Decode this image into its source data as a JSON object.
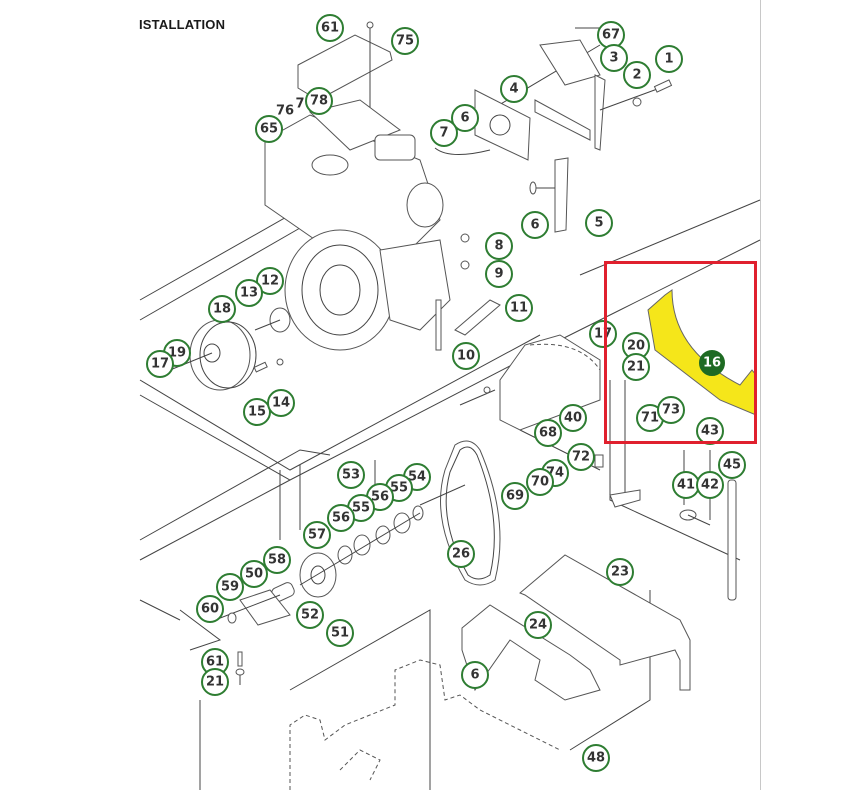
{
  "page": {
    "title": "ISTALLATION"
  },
  "colors": {
    "callout_border": "#2e7d32",
    "callout_highlight_fill": "#1e6b23",
    "highlight_part": "#f5e61a",
    "highlight_box": "#e0202e"
  },
  "highlight": {
    "part_number": "16",
    "label": "16"
  },
  "callouts": [
    {
      "id": "c61a",
      "label": "61"
    },
    {
      "id": "c75",
      "label": "75"
    },
    {
      "id": "c78",
      "label": "78"
    },
    {
      "id": "c65",
      "label": "65"
    },
    {
      "id": "c67",
      "label": "67"
    },
    {
      "id": "c3",
      "label": "3"
    },
    {
      "id": "c2",
      "label": "2"
    },
    {
      "id": "c1",
      "label": "1"
    },
    {
      "id": "c4",
      "label": "4"
    },
    {
      "id": "c6a",
      "label": "6"
    },
    {
      "id": "c7",
      "label": "7"
    },
    {
      "id": "c6b",
      "label": "6"
    },
    {
      "id": "c5",
      "label": "5"
    },
    {
      "id": "c8",
      "label": "8"
    },
    {
      "id": "c9",
      "label": "9"
    },
    {
      "id": "c11",
      "label": "11"
    },
    {
      "id": "c10",
      "label": "10"
    },
    {
      "id": "c12",
      "label": "12"
    },
    {
      "id": "c13",
      "label": "13"
    },
    {
      "id": "c18",
      "label": "18"
    },
    {
      "id": "c19",
      "label": "19"
    },
    {
      "id": "c17a",
      "label": "17"
    },
    {
      "id": "c15",
      "label": "15"
    },
    {
      "id": "c14",
      "label": "14"
    },
    {
      "id": "c17b",
      "label": "17"
    },
    {
      "id": "c20",
      "label": "20"
    },
    {
      "id": "c21a",
      "label": "21"
    },
    {
      "id": "c71",
      "label": "71"
    },
    {
      "id": "c73",
      "label": "73"
    },
    {
      "id": "c43",
      "label": "43"
    },
    {
      "id": "c40",
      "label": "40"
    },
    {
      "id": "c68",
      "label": "68"
    },
    {
      "id": "c72",
      "label": "72"
    },
    {
      "id": "c74",
      "label": "74"
    },
    {
      "id": "c70",
      "label": "70"
    },
    {
      "id": "c69",
      "label": "69"
    },
    {
      "id": "c45",
      "label": "45"
    },
    {
      "id": "c41",
      "label": "41"
    },
    {
      "id": "c42",
      "label": "42"
    },
    {
      "id": "c53",
      "label": "53"
    },
    {
      "id": "c54",
      "label": "54"
    },
    {
      "id": "c55a",
      "label": "55"
    },
    {
      "id": "c56a",
      "label": "56"
    },
    {
      "id": "c55b",
      "label": "55"
    },
    {
      "id": "c56b",
      "label": "56"
    },
    {
      "id": "c57",
      "label": "57"
    },
    {
      "id": "c26",
      "label": "26"
    },
    {
      "id": "c58",
      "label": "58"
    },
    {
      "id": "c50",
      "label": "50"
    },
    {
      "id": "c59",
      "label": "59"
    },
    {
      "id": "c60",
      "label": "60"
    },
    {
      "id": "c52",
      "label": "52"
    },
    {
      "id": "c51",
      "label": "51"
    },
    {
      "id": "c61b",
      "label": "61"
    },
    {
      "id": "c21b",
      "label": "21"
    },
    {
      "id": "c23",
      "label": "23"
    },
    {
      "id": "c24",
      "label": "24"
    },
    {
      "id": "c6c",
      "label": "6"
    },
    {
      "id": "c48",
      "label": "48"
    }
  ],
  "plain_labels": [
    {
      "id": "p76",
      "label": "76"
    },
    {
      "id": "p7",
      "label": "7"
    }
  ]
}
